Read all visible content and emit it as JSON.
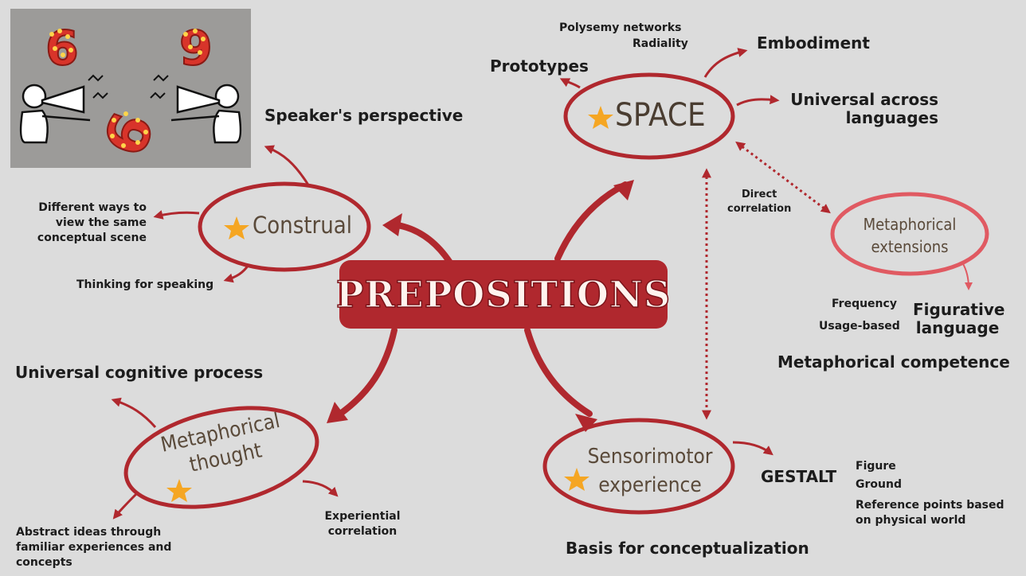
{
  "title": "PREPOSITIONS",
  "nodes": {
    "space": "SPACE",
    "construal": "Construal",
    "metaphorical_thought": [
      "Metaphorical",
      "thought"
    ],
    "sensorimotor": [
      "Sensorimotor",
      "experience"
    ],
    "metaphorical_extensions": [
      "Metaphorical",
      "extensions"
    ]
  },
  "labels": {
    "polysemy": "Polysemy networks",
    "radiality": "Radiality",
    "embodiment": "Embodiment",
    "prototypes": "Prototypes",
    "universal_across": [
      "Universal across",
      "languages"
    ],
    "speakers_perspective": "Speaker's perspective",
    "different_ways": [
      "Different ways to",
      "view the same",
      "conceptual scene"
    ],
    "thinking_for_speaking": "Thinking for speaking",
    "direct_correlation": [
      "Direct",
      "correlation"
    ],
    "frequency": "Frequency",
    "usage_based": "Usage-based",
    "figurative_language": [
      "Figurative",
      "language"
    ],
    "metaphorical_competence": "Metaphorical competence",
    "universal_cognitive": "Universal cognitive process",
    "experiential_correlation": [
      "Experiential",
      "correlation"
    ],
    "abstract_ideas": [
      "Abstract ideas through",
      "familiar experiences and",
      "concepts"
    ],
    "gestalt": "GESTALT",
    "figure": "Figure",
    "ground": "Ground",
    "reference_points": [
      "Reference points based",
      "on physical world"
    ],
    "basis": "Basis for conceptualization"
  },
  "illustration": {
    "left_digit": "6",
    "right_digit": "9",
    "middle_digit": "6"
  },
  "colors": {
    "red": "#b0282e",
    "pink": "#e05a62",
    "star": "#f5a623",
    "bg": "#dcdcdc",
    "node_text": "#5a4a3a"
  }
}
